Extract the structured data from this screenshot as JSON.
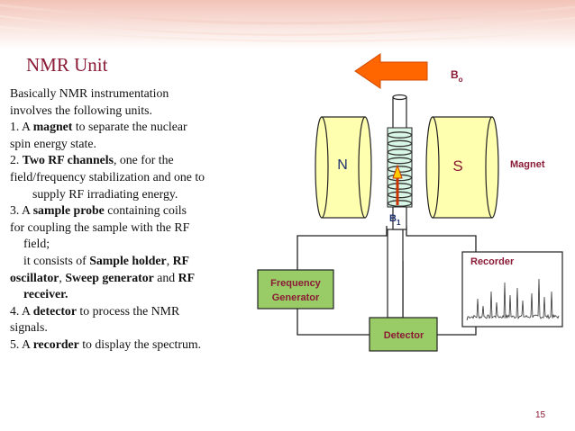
{
  "slide": {
    "title": "NMR Unit",
    "page_number": "15",
    "body": [
      {
        "segments": [
          {
            "t": "Basically NMR instrumentation",
            "b": false
          }
        ],
        "indent": 0
      },
      {
        "segments": [
          {
            "t": "involves the following units.",
            "b": false
          }
        ],
        "indent": 0
      },
      {
        "segments": [
          {
            "t": "1.   A ",
            "b": false
          },
          {
            "t": "magnet",
            "b": true
          },
          {
            "t": " to separate the nuclear",
            "b": false
          }
        ],
        "indent": 0
      },
      {
        "segments": [
          {
            "t": "spin energy state.",
            "b": false
          }
        ],
        "indent": 0
      },
      {
        "segments": [
          {
            "t": "2.   ",
            "b": false
          },
          {
            "t": "Two RF channels",
            "b": true
          },
          {
            "t": ", one for the",
            "b": false
          }
        ],
        "indent": 0
      },
      {
        "segments": [
          {
            "t": "field/frequency stabilization and one to",
            "b": false
          }
        ],
        "indent": 0
      },
      {
        "segments": [
          {
            "t": "supply RF irradiating energy.",
            "b": false
          }
        ],
        "indent": 2
      },
      {
        "segments": [
          {
            "t": "3.   A ",
            "b": false
          },
          {
            "t": "sample probe",
            "b": true
          },
          {
            "t": " containing coils",
            "b": false
          }
        ],
        "indent": 0
      },
      {
        "segments": [
          {
            "t": "for coupling the sample with the RF",
            "b": false
          }
        ],
        "indent": 0
      },
      {
        "segments": [
          {
            "t": "field;",
            "b": false
          }
        ],
        "indent": 1
      },
      {
        "segments": [
          {
            "t": "it consists of ",
            "b": false
          },
          {
            "t": "Sample holder",
            "b": true
          },
          {
            "t": ", ",
            "b": false
          },
          {
            "t": "RF",
            "b": true
          }
        ],
        "indent": 1
      },
      {
        "segments": [
          {
            "t": "oscillator",
            "b": true
          },
          {
            "t": ", ",
            "b": false
          },
          {
            "t": "Sweep generator",
            "b": true
          },
          {
            "t": " and ",
            "b": false
          },
          {
            "t": "RF",
            "b": true
          }
        ],
        "indent": 0
      },
      {
        "segments": [
          {
            "t": "receiver.",
            "b": true
          }
        ],
        "indent": 1
      },
      {
        "segments": [
          {
            "t": "4.  A ",
            "b": false
          },
          {
            "t": "detector",
            "b": true
          },
          {
            "t": " to process the NMR",
            "b": false
          }
        ],
        "indent": 0
      },
      {
        "segments": [
          {
            "t": "signals.",
            "b": false
          }
        ],
        "indent": 0
      },
      {
        "segments": [
          {
            "t": "5.  A ",
            "b": false
          },
          {
            "t": "recorder",
            "b": true
          },
          {
            "t": " to display the spectrum.",
            "b": false
          }
        ],
        "indent": 0
      }
    ]
  },
  "diagram": {
    "field_label_main": "B",
    "field_label_sub": "o",
    "pole_north": "N",
    "pole_south": "S",
    "magnet_label": "Magnet",
    "b1_label_main": "B",
    "b1_label_sub": "1",
    "frequency_generator": [
      "Frequency",
      "Generator"
    ],
    "detector_label": "Detector",
    "recorder_label": "Recorder",
    "colors": {
      "magnet_fill": "#ffffb0",
      "box_fill": "#99cc66",
      "field_arrow": "#ff6600",
      "label_red": "#8a1a35",
      "label_blue": "#1f3070",
      "coil": "#333333"
    }
  }
}
